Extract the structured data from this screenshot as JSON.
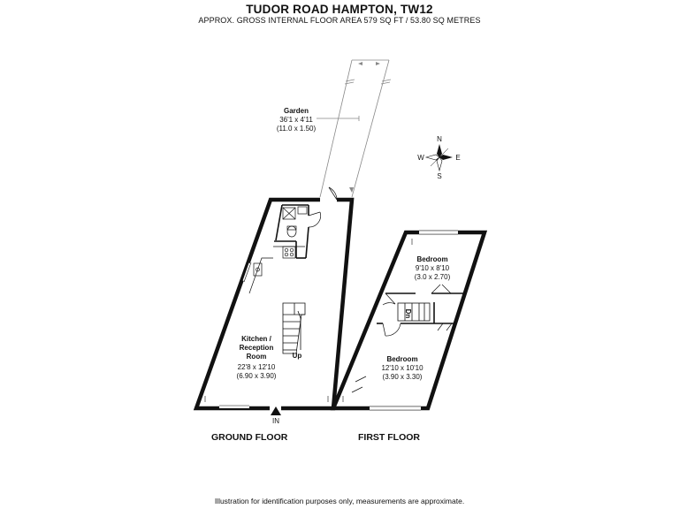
{
  "header": {
    "title": "TUDOR ROAD HAMPTON, TW12",
    "subtitle": "APPROX. GROSS INTERNAL FLOOR AREA 579 SQ FT / 53.80 SQ METRES"
  },
  "rooms": {
    "garden": {
      "name": "Garden",
      "imperial": "36'1 x 4'11",
      "metric": "(11.0 x 1.50)"
    },
    "kitchen": {
      "name_line1": "Kitchen /",
      "name_line2": "Reception",
      "name_line3": "Room",
      "imperial": "22'8 x 12'10",
      "metric": "(6.90 x 3.90)"
    },
    "bedroom_upper": {
      "name": "Bedroom",
      "imperial": "9'10 x 8'10",
      "metric": "(3.0 x 2.70)"
    },
    "bedroom_lower": {
      "name": "Bedroom",
      "imperial": "12'10 x 10'10",
      "metric": "(3.90 x 3.30)"
    }
  },
  "stairs": {
    "ground_label": "Up",
    "first_label": "Dn"
  },
  "entrance": {
    "label": "IN"
  },
  "compass": {
    "north": "N",
    "south": "S",
    "east": "E",
    "west": "W"
  },
  "floors": {
    "ground": "GROUND FLOOR",
    "first": "FIRST FLOOR"
  },
  "footer": {
    "disclaimer": "Illustration for identification purposes only, measurements are approximate."
  }
}
